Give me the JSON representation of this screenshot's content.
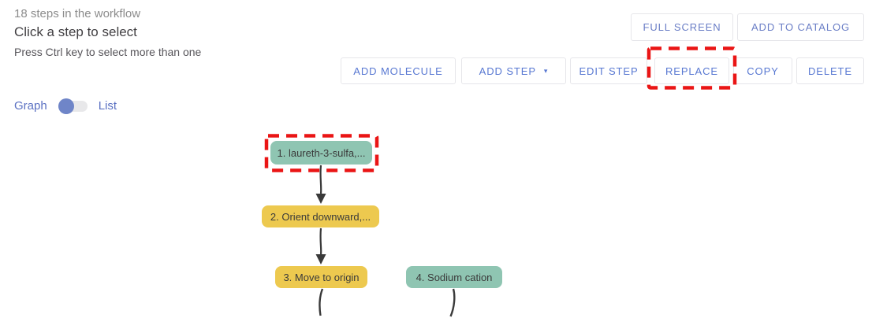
{
  "panel": {
    "steps_count": "18 steps in the workflow",
    "instruction": "Click a step to select",
    "hint": "Press Ctrl key to select more than one"
  },
  "view_toggle": {
    "graph_label": "Graph",
    "list_label": "List",
    "selected": "Graph"
  },
  "toolbar_top": {
    "buttons": [
      {
        "label": "FULL SCREEN"
      },
      {
        "label": "ADD TO CATALOG"
      }
    ]
  },
  "toolbar_steps": {
    "buttons": [
      {
        "label": "ADD MOLECULE"
      },
      {
        "label": "ADD STEP",
        "has_dropdown": true
      },
      {
        "label": "EDIT STEP"
      },
      {
        "label": "REPLACE",
        "annotated": true
      },
      {
        "label": "COPY"
      },
      {
        "label": "DELETE"
      }
    ]
  },
  "icons": {
    "chevron_down": "▾"
  },
  "workflow": {
    "nodes": [
      {
        "id": 1,
        "label": "1. laureth-3-sulfa,...",
        "type": "molecule",
        "annotated": true
      },
      {
        "id": 2,
        "label": "2. Orient downward,...",
        "type": "operation"
      },
      {
        "id": 3,
        "label": "3. Move to origin",
        "type": "operation"
      },
      {
        "id": 4,
        "label": "4. Sodium cation",
        "type": "molecule"
      }
    ],
    "edges": [
      {
        "from": 1,
        "to": 2
      },
      {
        "from": 2,
        "to": 3
      },
      {
        "from": 3,
        "to": "offscreen"
      },
      {
        "from": 4,
        "to": "offscreen"
      }
    ]
  },
  "colors": {
    "molecule_node": "#8fc5b2",
    "operation_node": "#edc94f",
    "annotation_red": "#ea1515",
    "toolbar_text_top": "#6a7ec6",
    "toolbar_text_steps": "#5878d2",
    "toggle_knob": "#6f85c8",
    "edge": "#3a3a3a"
  }
}
